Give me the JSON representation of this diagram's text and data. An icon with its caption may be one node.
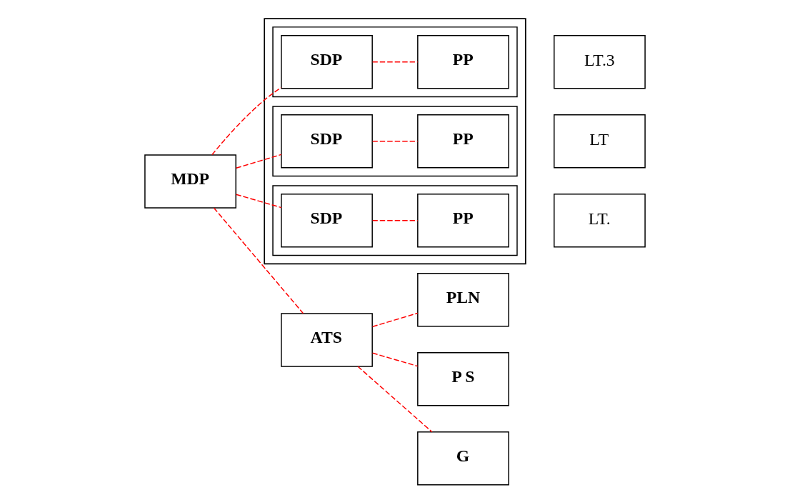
{
  "diagram": {
    "nodes": [
      {
        "text": [],
        "shape": "box"
      },
      {
        "text": [],
        "shape": "box",
        "in": 0
      },
      {
        "text": [
          "SDP"
        ],
        "in": 1
      },
      {
        "text": [
          "PP"
        ],
        "in": 1
      },
      {
        "text": [
          "LT.3"
        ]
      },
      {
        "text": [],
        "shape": "box",
        "in": 0
      },
      {
        "text": [
          "SDP"
        ],
        "in": 5
      },
      {
        "text": [
          "PP"
        ],
        "in": 5
      },
      {
        "text": [
          "LT"
        ]
      },
      {
        "text": [],
        "shape": "box",
        "in": 0
      },
      {
        "text": [
          "SDP"
        ],
        "in": 9
      },
      {
        "text": [
          "PP"
        ],
        "in": 9
      },
      {
        "text": [
          "LT."
        ]
      },
      {
        "text": [
          "MDP"
        ]
      },
      {
        "text": [
          "ATS"
        ]
      },
      {
        "text": [
          "PLN"
        ]
      },
      {
        "text": [
          "P S"
        ]
      },
      {
        "text": [
          "G"
        ]
      }
    ],
    "edges": [
      {
        "from": 13,
        "to": 2,
        "arrow": "none",
        "style": "dashed",
        "color": "#ff0000"
      },
      {
        "from": 2,
        "to": 3,
        "arrow": "none",
        "style": "dashed",
        "color": "#ff0000"
      },
      {
        "from": 13,
        "to": 6,
        "arrow": "none",
        "style": "dashed",
        "color": "#ff0000"
      },
      {
        "from": 6,
        "to": 7,
        "arrow": "none",
        "style": "dashed",
        "color": "#ff0000"
      },
      {
        "from": 13,
        "to": 10,
        "arrow": "none",
        "style": "dashed",
        "color": "#ff0000"
      },
      {
        "from": 10,
        "to": 11,
        "arrow": "none",
        "style": "dashed",
        "color": "#ff0000"
      },
      {
        "from": 13,
        "to": 14,
        "arrow": "none",
        "style": "dashed",
        "color": "#ff0000"
      },
      {
        "from": 14,
        "to": 15,
        "arrow": "none",
        "style": "dashed",
        "color": "#ff0000"
      },
      {
        "from": 14,
        "to": 16,
        "arrow": "none",
        "style": "dashed",
        "color": "#ff0000"
      },
      {
        "from": 14,
        "to": 17,
        "arrow": "none",
        "style": "dashed",
        "color": "#ff0000"
      }
    ]
  }
}
